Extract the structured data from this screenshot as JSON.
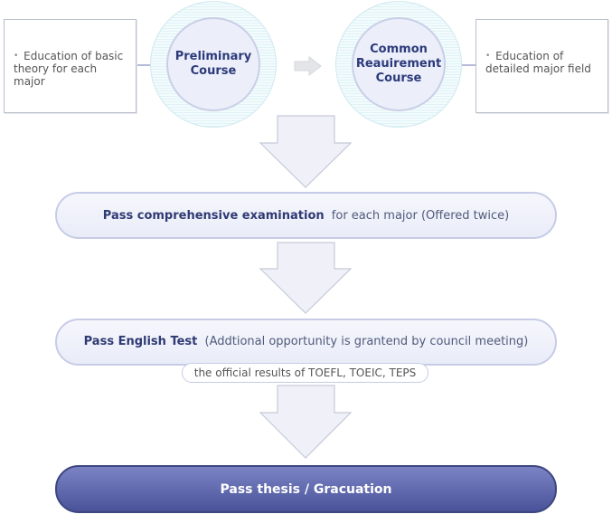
{
  "left_note": {
    "bullet": "•",
    "text": "Education of basic theory for each major"
  },
  "right_note": {
    "bullet": "•",
    "text": "Education of detailed major field"
  },
  "preliminary_course": "Preliminary\nCourse",
  "common_course": "Common\nReauirement\nCourse",
  "step_exam": {
    "bold": "Pass comprehensive examination",
    "rest": "for each major (Offered twice)"
  },
  "step_english": {
    "bold": "Pass English Test",
    "rest": "(Addtional opportunity is grantend by council meeting)"
  },
  "english_sub": "the official results of TOEFL, TOEIC, TEPS",
  "step_final": "Pass thesis / Gracuation",
  "colors": {
    "accent": "#2c3a7a",
    "final_fill": "#5a63aa",
    "arrow_fill": "#f0f1f8",
    "arrow_stroke": "#c5cad8"
  }
}
